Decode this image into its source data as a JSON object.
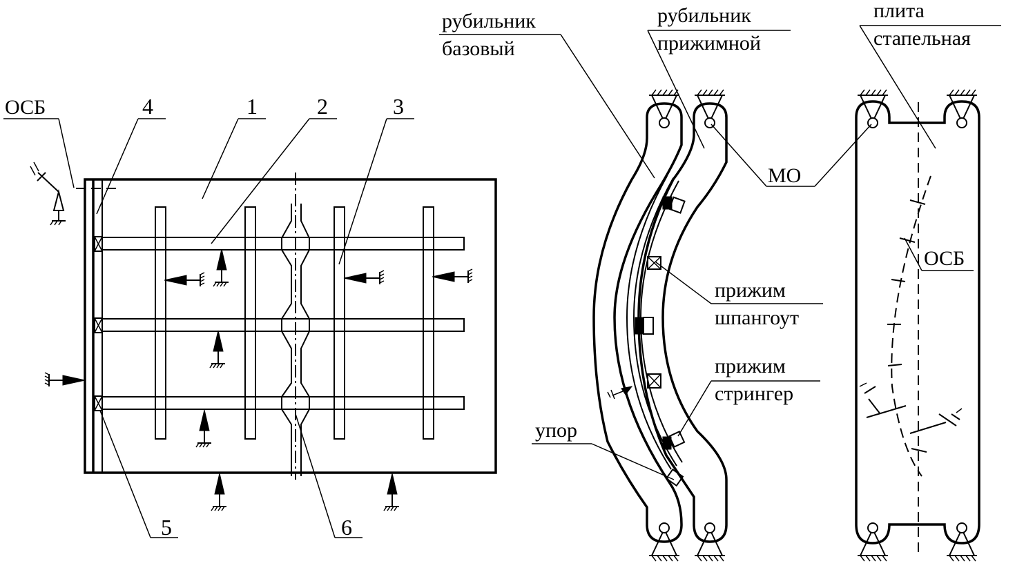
{
  "left_view": {
    "osb_label": "ОСБ",
    "callouts": [
      "1",
      "2",
      "3",
      "4",
      "5",
      "6"
    ]
  },
  "middle_view": {
    "rubilnik_bazovy": [
      "рубильник",
      "базовый"
    ],
    "rubilnik_prizhimnoy": [
      "рубильник",
      "прижимной"
    ],
    "mo_label": "МО",
    "prizhim_shpangout": [
      "прижим",
      "шпангоут"
    ],
    "prizhim_stringer": [
      "прижим",
      "стрингер"
    ],
    "upor_label": "упор"
  },
  "right_view": {
    "plita_stapelnaya": [
      "плита",
      "стапельная"
    ],
    "osb_label": "ОСБ"
  },
  "colors": {
    "ink": "#000000",
    "paper": "#ffffff"
  }
}
